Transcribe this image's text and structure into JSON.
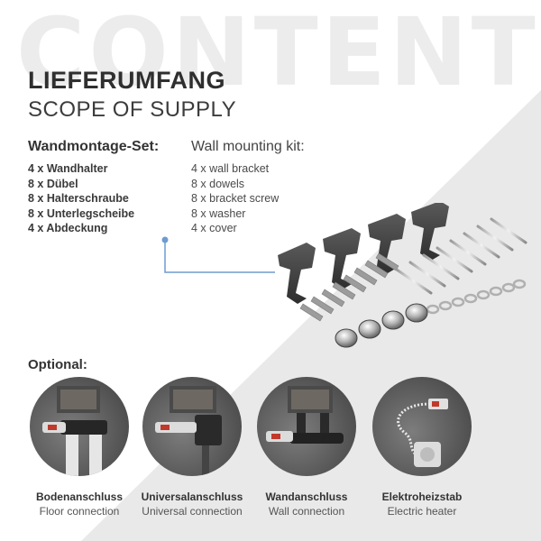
{
  "watermark": "CONTENT",
  "title": {
    "de": "LIEFERUMFANG",
    "en": "SCOPE OF SUPPLY"
  },
  "kit": {
    "de": {
      "heading": "Wandmontage-Set:",
      "items": [
        "4 x Wandhalter",
        "8 x Dübel",
        "8 x Halterschraube",
        "8 x Unterlegscheibe",
        "4 x Abdeckung"
      ]
    },
    "en": {
      "heading": "Wall mounting kit:",
      "items": [
        "4 x wall bracket",
        "8 x dowels",
        "8 x bracket screw",
        "8 x washer",
        "4 x cover"
      ]
    }
  },
  "optional": {
    "label": "Optional:",
    "items": [
      {
        "de": "Bodenanschluss",
        "en": "Floor connection",
        "icon": "floor-connection-photo"
      },
      {
        "de": "Universalanschluss",
        "en": "Universal connection",
        "icon": "universal-connection-photo"
      },
      {
        "de": "Wandanschluss",
        "en": "Wall connection",
        "icon": "wall-connection-photo"
      },
      {
        "de": "Elektroheizstab",
        "en": "Electric heater",
        "icon": "electric-heater-photo"
      }
    ]
  },
  "colors": {
    "accent": "#6f9bd1",
    "text_dark": "#333333",
    "watermark": "#ececec",
    "diagonal": "#e9e9e9"
  }
}
